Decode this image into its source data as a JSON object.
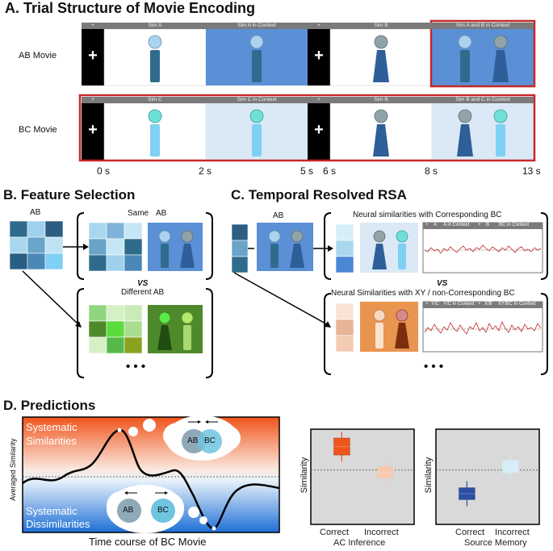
{
  "panelA": {
    "title": "A. Trial Structure of Movie Encoding",
    "rows": [
      {
        "label": "AB Movie",
        "headers": [
          "+",
          "Sim A",
          "Sim A in Context",
          "+",
          "Sim B",
          "Sim A and B in Context"
        ]
      },
      {
        "label": "BC Movie",
        "headers": [
          "+",
          "Sim C",
          "Sim C in Context",
          "+",
          "Sim B",
          "Sim B and C in Context"
        ]
      }
    ],
    "fixation": "+",
    "time_ticks": [
      "0 s",
      "2 s",
      "5 s",
      "6 s",
      "8 s",
      "13 s"
    ]
  },
  "panelB": {
    "title": "B. Feature Selection",
    "ab_label": "AB",
    "same_label": "Same",
    "same_ab": "AB",
    "vs": "VS",
    "different_label": "Different AB",
    "ellipsis": "• • •"
  },
  "panelC": {
    "title": "C. Temporal Resolved RSA",
    "ab_label": "AB",
    "corr_label": "Neural similarities with Corresponding BC",
    "corr_headers": [
      "+",
      "A",
      "A in Context",
      "+",
      "B",
      "BC in Context"
    ],
    "vs": "VS",
    "noncorr_label": "Neural Similarities with XY / non-Corresponding BC",
    "noncorr_headers": [
      "+",
      "Y/C",
      "Y/C in Context",
      "+",
      "X/B",
      "XY/BC in Context"
    ],
    "ellipsis": "• • •"
  },
  "panelD": {
    "title": "D. Predictions",
    "top_label": [
      "Systematic",
      "Similarities"
    ],
    "bottom_label": [
      "Systematic",
      "Dissimilarities"
    ],
    "ylabel": "Averaged Similarity",
    "xlabel": "Time course of BC Movie",
    "bubble_labels": [
      "AB",
      "BC"
    ]
  },
  "chart_data": [
    {
      "type": "bar",
      "ylabel": "Similarity",
      "categories": [
        "Correct",
        "Incorrect"
      ],
      "xlabel": "AC Inference",
      "values": [
        0.55,
        -0.05
      ],
      "errors": [
        0.2,
        0.13
      ],
      "colors": [
        "#f0551c",
        "#f6c8ad"
      ]
    },
    {
      "type": "bar",
      "ylabel": "Similarity",
      "categories": [
        "Correct",
        "Incorrect"
      ],
      "xlabel": "Source Memory",
      "values": [
        -0.55,
        0.08
      ],
      "errors": [
        0.14,
        0.15
      ],
      "colors": [
        "#2c4ea3",
        "#d6eef7"
      ]
    }
  ],
  "colors": {
    "red_outline": "#c62828",
    "blue_context": "#5b8fd6",
    "light_context": "#dbe9f6",
    "header_gray": "#7a7a7a"
  }
}
